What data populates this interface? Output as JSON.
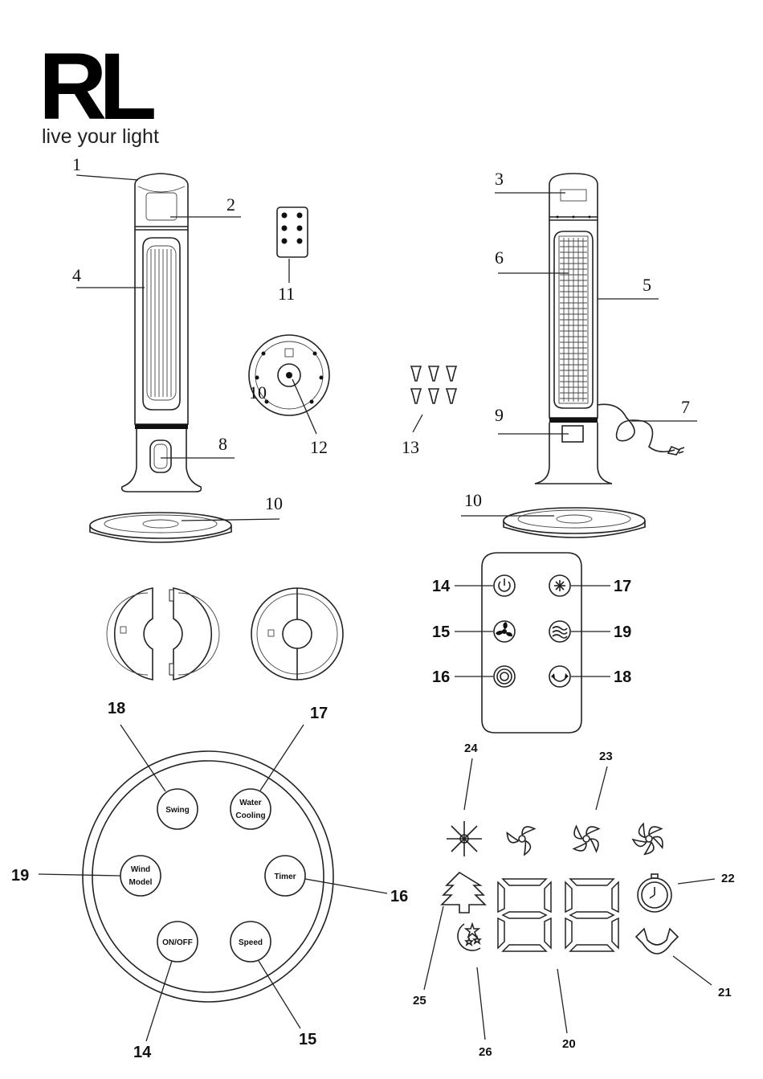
{
  "brand": {
    "logo": "RL",
    "tagline": "live your light"
  },
  "front_view": {
    "labels": [
      "1",
      "2",
      "4",
      "8",
      "10"
    ]
  },
  "remote_small": {
    "label": "11"
  },
  "base_bottom": {
    "labels": [
      "10",
      "12"
    ]
  },
  "screws": {
    "label": "13"
  },
  "rear_view": {
    "labels": [
      "3",
      "6",
      "5",
      "7",
      "9",
      "10"
    ]
  },
  "remote": {
    "left_labels": [
      "14",
      "15",
      "16"
    ],
    "right_labels": [
      "17",
      "19",
      "18"
    ]
  },
  "control_panel": {
    "buttons": {
      "swing": "Swing",
      "water_line1": "Water",
      "water_line2": "Cooling",
      "wind_line1": "Wind",
      "wind_line2": "Model",
      "timer": "Timer",
      "onoff": "ON/OFF",
      "speed": "Speed"
    },
    "labels": {
      "swing": "18",
      "water": "17",
      "wind": "19",
      "timer": "16",
      "onoff": "14",
      "speed": "15"
    }
  },
  "display": {
    "labels": {
      "snowflake": "24",
      "fan_high": "23",
      "timer": "22",
      "swing": "21",
      "digits": "20",
      "natural": "25",
      "sleep": "26"
    }
  }
}
